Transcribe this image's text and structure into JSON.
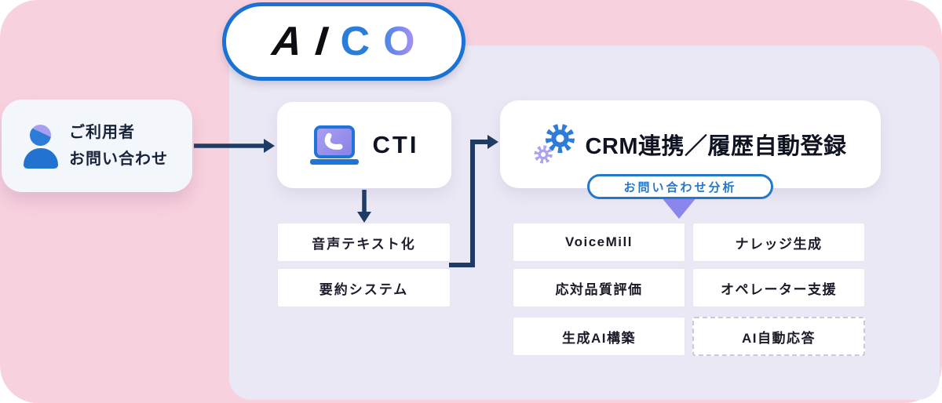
{
  "logo": {
    "a": "A",
    "i": "I",
    "c": "C",
    "o": "O"
  },
  "actor": {
    "line1": "ご利用者",
    "line2": "お問い合わせ"
  },
  "cti": {
    "label": "CTI"
  },
  "pipeline": {
    "speech_to_text": "音声テキスト化",
    "summary": "要約システム"
  },
  "crm": {
    "title": "CRM連携／履歴自動登録",
    "badge": "お問い合わせ分析"
  },
  "services": {
    "items": [
      {
        "label": "VoiceMill"
      },
      {
        "label": "ナレッジ生成"
      },
      {
        "label": "応対品質評価"
      },
      {
        "label": "オペレーター支援"
      },
      {
        "label": "生成AI構築"
      },
      {
        "label": "AI自動応答"
      }
    ]
  },
  "colors": {
    "background_pink": "#f8d1df",
    "panel_lavender": "#ebe8f5",
    "brand_blue": "#1f74d6",
    "brand_purple": "#8a83f0",
    "arrow_navy": "#1e3c63",
    "badge_blue": "#2478cc"
  }
}
